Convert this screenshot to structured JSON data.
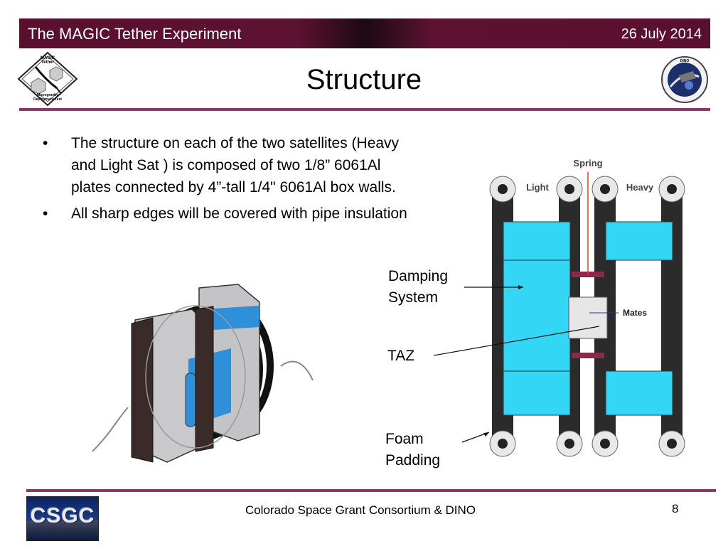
{
  "header": {
    "title": "The MAGIC Tether Experiment",
    "date": "26 July 2014"
  },
  "slide": {
    "title": "Structure",
    "bullets": [
      "The structure on each of the two satellites (Heavy and Light Sat ) is composed of two 1/8” 6061Al plates connected by 4”-tall 1/4\" 6061Al box walls.",
      "All sharp edges will be covered with pipe insulation"
    ]
  },
  "logos": {
    "left": {
      "line1": "MAGIC",
      "line2": "Tether",
      "line3": "Microgravity",
      "line4": "Deployment Test"
    },
    "right": {
      "top": "DINO"
    }
  },
  "diagram": {
    "spring_label": "Spring",
    "light_label": "Light",
    "heavy_label": "Heavy",
    "mates_label": "Mates"
  },
  "callouts": {
    "damping": "Damping System",
    "taz": "TAZ",
    "foam": "Foam Padding"
  },
  "footer": {
    "logo_text": "CSGC",
    "org": "Colorado Space Grant Consortium  & DINO",
    "page_number": "8"
  },
  "colors": {
    "header": "#5e1232",
    "rule": "#8a3a66",
    "panel": "#33d6f5"
  }
}
